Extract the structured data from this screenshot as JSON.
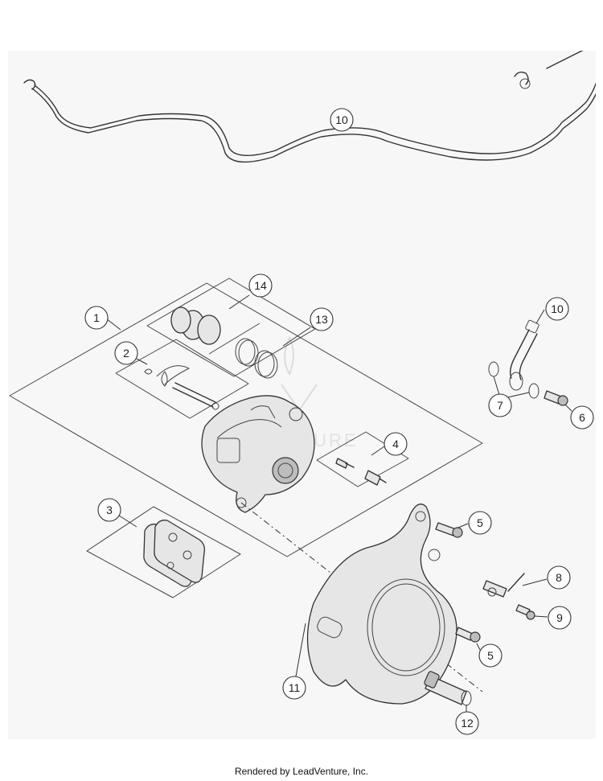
{
  "footer": {
    "credit": "Rendered by LeadVenture, Inc."
  },
  "watermark": {
    "text": "LEADVENTURE"
  },
  "callouts": [
    {
      "id": "c10a",
      "label": "10"
    },
    {
      "id": "c14",
      "label": "14"
    },
    {
      "id": "c1",
      "label": "1"
    },
    {
      "id": "c13",
      "label": "13"
    },
    {
      "id": "c2",
      "label": "2"
    },
    {
      "id": "c10b",
      "label": "10"
    },
    {
      "id": "c7",
      "label": "7"
    },
    {
      "id": "c6",
      "label": "6"
    },
    {
      "id": "c4",
      "label": "4"
    },
    {
      "id": "c3",
      "label": "3"
    },
    {
      "id": "c5a",
      "label": "5"
    },
    {
      "id": "c8",
      "label": "8"
    },
    {
      "id": "c9",
      "label": "9"
    },
    {
      "id": "c5b",
      "label": "5"
    },
    {
      "id": "c11",
      "label": "11"
    },
    {
      "id": "c12",
      "label": "12"
    }
  ]
}
